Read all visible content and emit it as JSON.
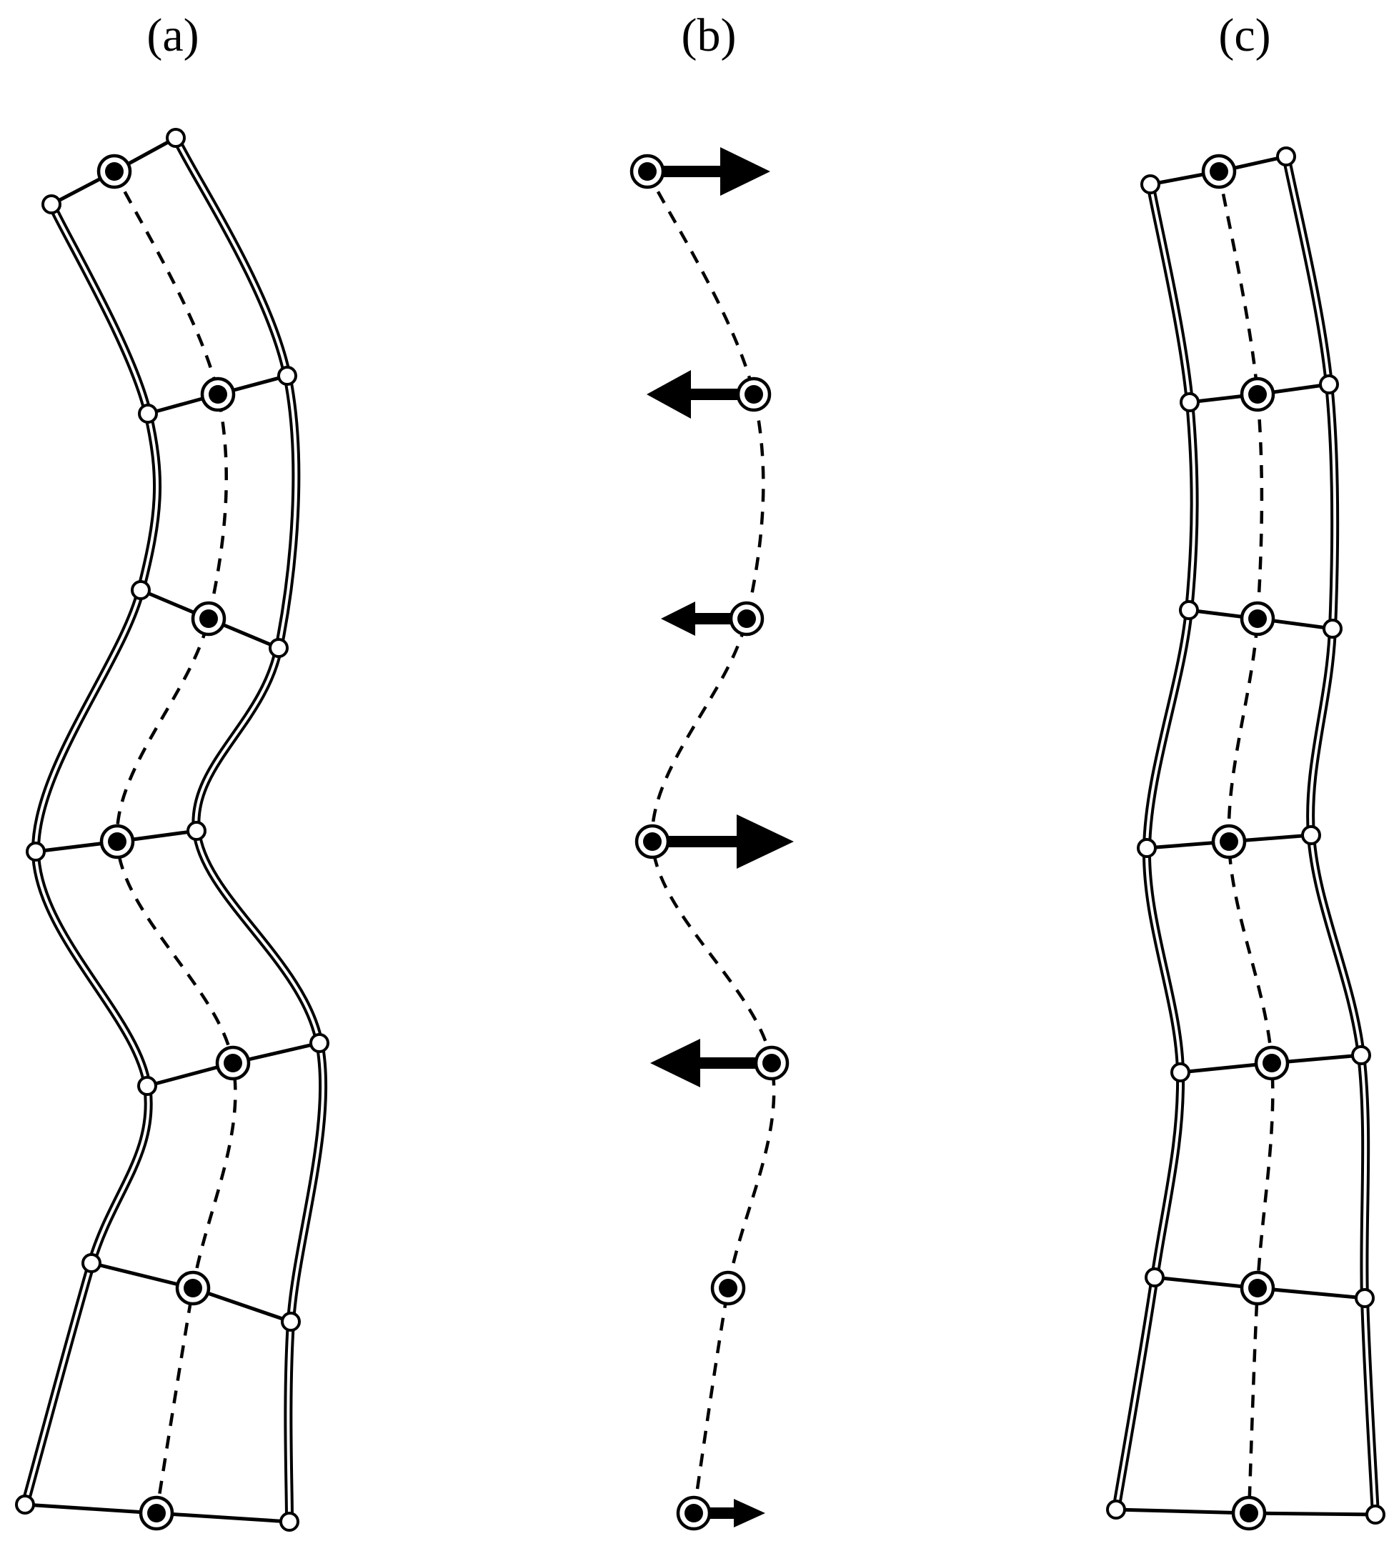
{
  "panels": {
    "a": {
      "label": "(a)"
    },
    "b": {
      "label": "(b)"
    },
    "c": {
      "label": "(c)"
    }
  },
  "colors": {
    "stroke": "#000000",
    "background": "#ffffff"
  }
}
